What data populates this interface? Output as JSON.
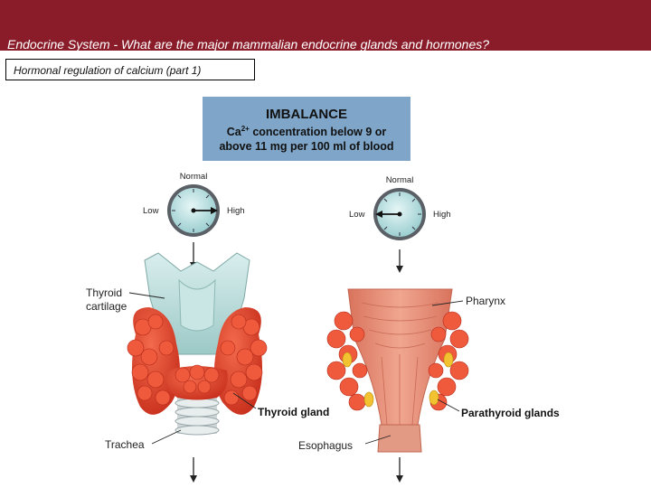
{
  "header": {
    "title": "Endocrine System - What are the major mammalian endocrine glands and hormones?",
    "bg_color": "#8a1c2a"
  },
  "subtitle": "Hormonal regulation of calcium (part 1)",
  "imbalance_box": {
    "title": "IMBALANCE",
    "line1_prefix": "Ca",
    "line1_sup": "2+",
    "line1_suffix": " concentration below 9 or",
    "line2": "above 11 mg per 100 ml of blood",
    "color": "#7fa6c9"
  },
  "gauges": [
    {
      "normal": "Normal",
      "low": "Low",
      "high": "High",
      "points_to": "High"
    },
    {
      "normal": "Normal",
      "low": "Low",
      "high": "High",
      "points_to": "Low"
    }
  ],
  "labels": {
    "thyroid_cartilage_line1": "Thyroid",
    "thyroid_cartilage_line2": "cartilage",
    "thyroid_gland": "Thyroid gland",
    "trachea": "Trachea",
    "pharynx": "Pharynx",
    "parathyroid_glands": "Parathyroid glands",
    "esophagus": "Esophagus"
  },
  "colors": {
    "gland": "#e2462f",
    "gland_dark": "#b32a1a",
    "cartilage": "#b9dcd9",
    "muscle": "#e7907a",
    "parathyroid": "#f2c230"
  }
}
